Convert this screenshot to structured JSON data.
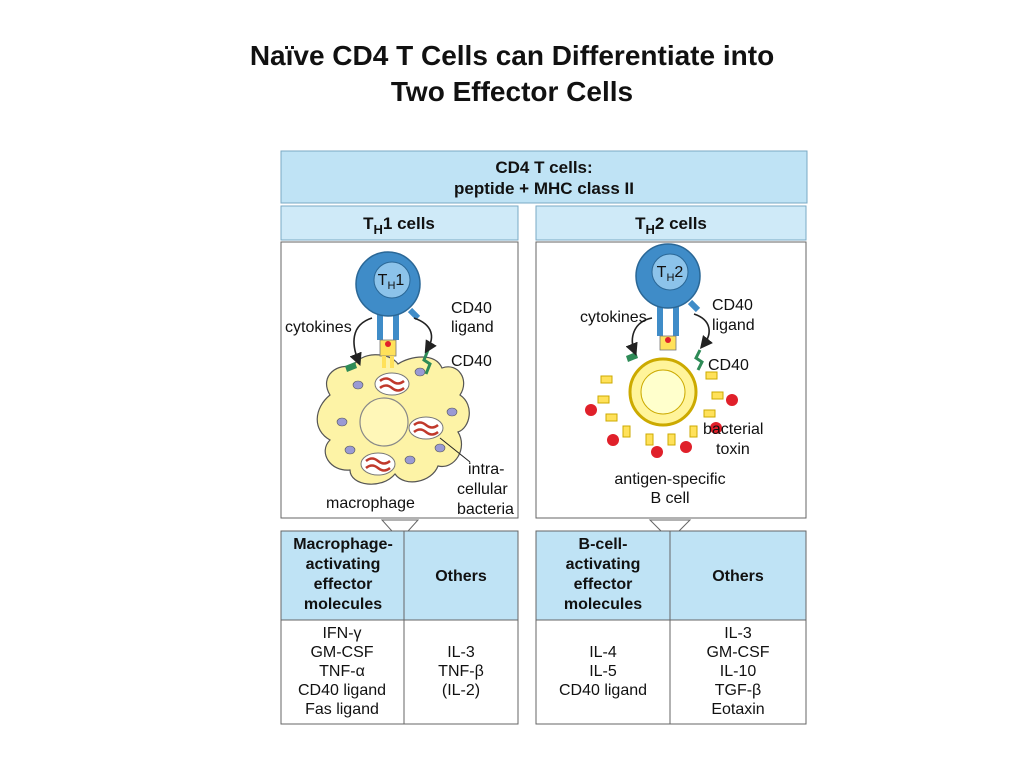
{
  "title": {
    "line1": "Naïve CD4 T Cells can Differentiate into",
    "line2": "Two Effector Cells"
  },
  "header": {
    "line1": "CD4 T cells:",
    "line2": "peptide + MHC class II"
  },
  "colors": {
    "header_fill": "#bfe3f5",
    "cell_blue": "#3f8cc8",
    "macrophage_fill": "#fdf3a6",
    "bcell_fill": "#fff49a",
    "bacteria": "#c0392b",
    "toxin": "#e0202a"
  },
  "th1": {
    "heading_main": "T",
    "heading_sub": "H",
    "heading_rest": "1 cells",
    "cell_main": "T",
    "cell_sub": "H",
    "cell_rest": "1",
    "cytokines": "cytokines",
    "cd40_ligand_1": "CD40",
    "cd40_ligand_2": "ligand",
    "cd40": "CD40",
    "intra_1": "intra-",
    "intra_2": "cellular",
    "intra_3": "bacteria",
    "macrophage": "macrophage",
    "effector_header": [
      "Macrophage-",
      "activating",
      "effector",
      "molecules"
    ],
    "others_header": "Others",
    "effector_molecules": [
      "IFN-γ",
      "GM-CSF",
      "TNF-α",
      "CD40 ligand",
      "Fas ligand"
    ],
    "others_molecules": [
      "IL-3",
      "TNF-β",
      "(IL-2)"
    ]
  },
  "th2": {
    "heading_main": "T",
    "heading_sub": "H",
    "heading_rest": "2 cells",
    "cell_main": "T",
    "cell_sub": "H",
    "cell_rest": "2",
    "cytokines": "cytokines",
    "cd40_ligand_1": "CD40",
    "cd40_ligand_2": "ligand",
    "cd40": "CD40",
    "toxin_1": "bacterial",
    "toxin_2": "toxin",
    "bcell_1": "antigen-specific",
    "bcell_2": "B cell",
    "effector_header": [
      "B-cell-",
      "activating",
      "effector",
      "molecules"
    ],
    "others_header": "Others",
    "effector_molecules": [
      "IL-4",
      "IL-5",
      "CD40 ligand"
    ],
    "others_molecules": [
      "IL-3",
      "GM-CSF",
      "IL-10",
      "TGF-β",
      "Eotaxin"
    ]
  }
}
